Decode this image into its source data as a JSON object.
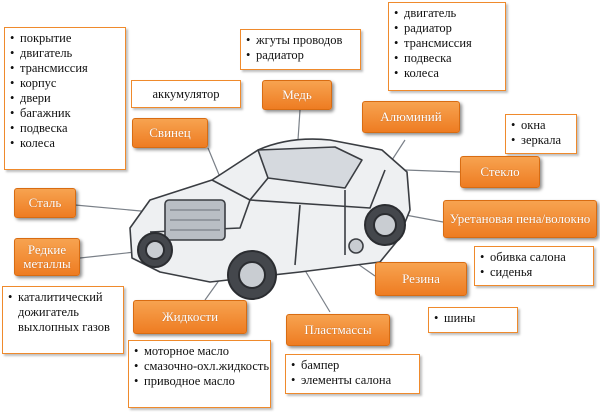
{
  "materials": {
    "steel": "Сталь",
    "rare_metals": "Редкие металлы",
    "lead": "Свинец",
    "copper": "Медь",
    "aluminum": "Алюминий",
    "glass": "Стекло",
    "urethane": "Уретановая пена/волокно",
    "rubber": "Резина",
    "plastics": "Пластмассы",
    "fluids": "Жидкости"
  },
  "steel_items": [
    "покрытие",
    "двигатель",
    " трансмиссия",
    "корпус",
    "двери",
    "багажник",
    "подвеска",
    "колеса"
  ],
  "accumulator_label": "аккумулятор",
  "copper_items": [
    "жгуты проводов",
    "радиатор"
  ],
  "aluminum_items": [
    "двигатель",
    "радиатор",
    "трансмиссия",
    "подвеска",
    "колеса"
  ],
  "glass_items": [
    "окна",
    "зеркала"
  ],
  "urethane_items": [
    "обивка салона",
    "сиденья"
  ],
  "rubber_items": [
    "шины"
  ],
  "plastics_items": [
    "бампер",
    "элементы салона"
  ],
  "fluids_items": [
    "моторное масло",
    "смазочно-охл.жидкость",
    "приводное масло"
  ],
  "rare_metals_items": [
    "каталитический дожигатель выхлопных газов"
  ],
  "colors": {
    "orange": "#ef8a2c",
    "orange_border": "#d86c12",
    "line": "#7a8088",
    "car_stroke": "#3a3d42"
  }
}
